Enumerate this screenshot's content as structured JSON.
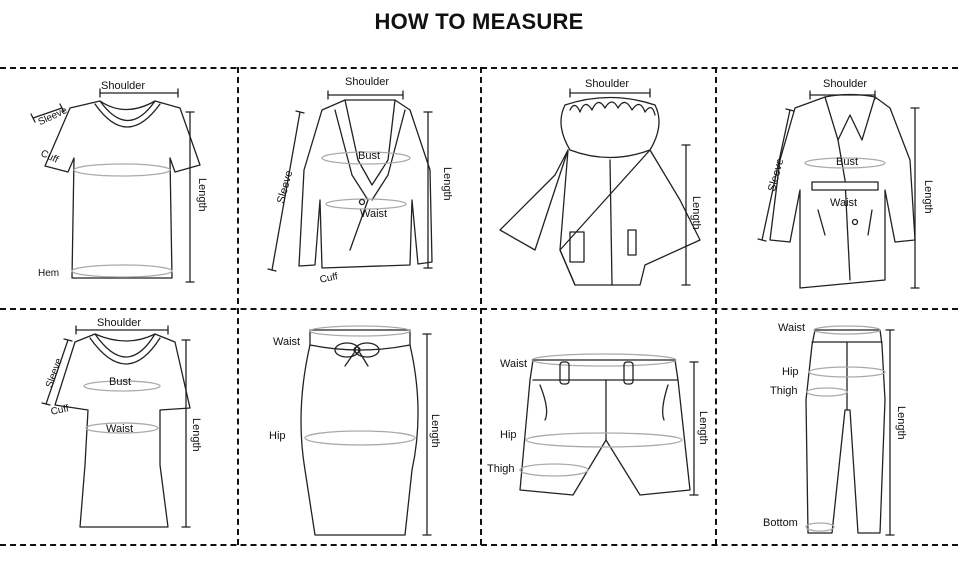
{
  "title": "HOW TO MEASURE",
  "panels": {
    "tshirt": {
      "shoulder": "Shoulder",
      "sleeve": "Sleeve",
      "cuff": "Cuff",
      "hem": "Hem",
      "length": "Length"
    },
    "blazer": {
      "shoulder": "Shoulder",
      "sleeve": "Sleeve",
      "bust": "Bust",
      "waist": "Waist",
      "cuff": "Cuff",
      "length": "Length"
    },
    "cape": {
      "shoulder": "Shoulder",
      "length": "Length"
    },
    "coat": {
      "shoulder": "Shoulder",
      "sleeve": "Sleeve",
      "bust": "Bust",
      "waist": "Waist",
      "length": "Length"
    },
    "dress": {
      "shoulder": "Shoulder",
      "sleeve": "Sleeve",
      "bust": "Bust",
      "cuff": "Cuff",
      "waist": "Waist",
      "length": "Length"
    },
    "skirt": {
      "waist": "Waist",
      "hip": "Hip",
      "length": "Length"
    },
    "shorts": {
      "waist": "Waist",
      "hip": "Hip",
      "thigh": "Thigh",
      "length": "Length"
    },
    "pants": {
      "waist": "Waist",
      "hip": "Hip",
      "thigh": "Thigh",
      "bottom": "Bottom",
      "length": "Length"
    }
  }
}
